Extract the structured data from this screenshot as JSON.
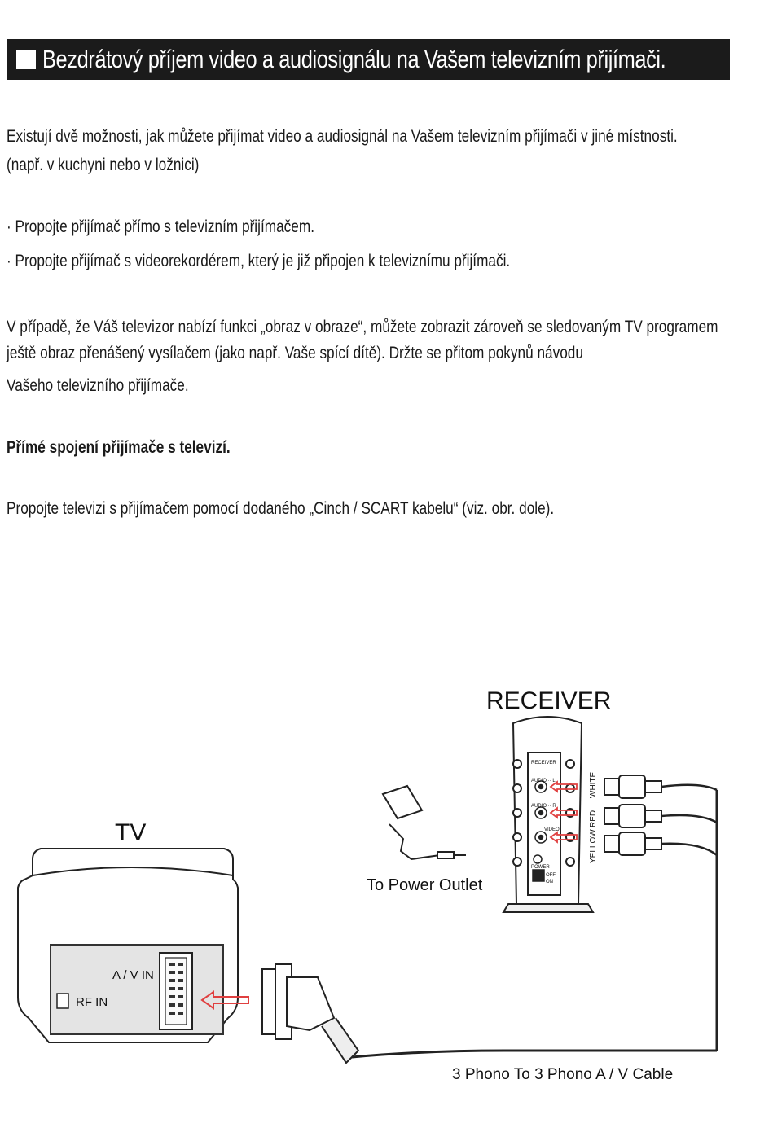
{
  "header": {
    "title": "Bezdrátový příjem video a audiosignálu na Vašem televizním přijímači."
  },
  "intro": {
    "line1": "Existují dvě možnosti, jak můžete přijímat video a audiosignál na Vašem televizním přijímači v jiné místnosti.",
    "line2": "(např. v kuchyni nebo v ložnici)"
  },
  "options": [
    "· Propojte přijímač přímo s televizním přijímačem.",
    "· Propojte přijímač s videorekordérem, který je již připojen k televiznímu přijímači."
  ],
  "pip": {
    "line1": "V případě, že Váš televizor nabízí funkci „obraz v obraze“, můžete zobrazit zároveň se sledovaným TV programem",
    "line2": "ještě obraz přenášený vysílačem (jako např. Vaše spící dítě). Držte se přitom pokynů návodu",
    "line3": "Vašeho televizního přijímače."
  },
  "section_heading": "Přímé spojení přijímače s televizí.",
  "instruction": "Propojte televizi s přijímačem pomocí dodaného „Cinch / SCART kabelu“ (viz. obr. dole).",
  "diagram": {
    "receiver_label": "RECEIVER",
    "tv_label": "TV",
    "power_label": "To  Power Outlet",
    "cable_label": "3 Phono To  3 Phono A / V  Cable",
    "av_in_label": "A / V  IN",
    "rf_in_label": "RF IN",
    "receiver_panel": {
      "title": "RECEIVER",
      "audio_l": "AUDIO ·· L",
      "audio_r": "AUDIO ·· R",
      "video": "VIDEO",
      "power": "POWER",
      "off": "OFF",
      "on": "ON"
    },
    "plug_colors": [
      "WHITE",
      "RED",
      "YELLOW"
    ],
    "arrow_color": "#e04040"
  }
}
